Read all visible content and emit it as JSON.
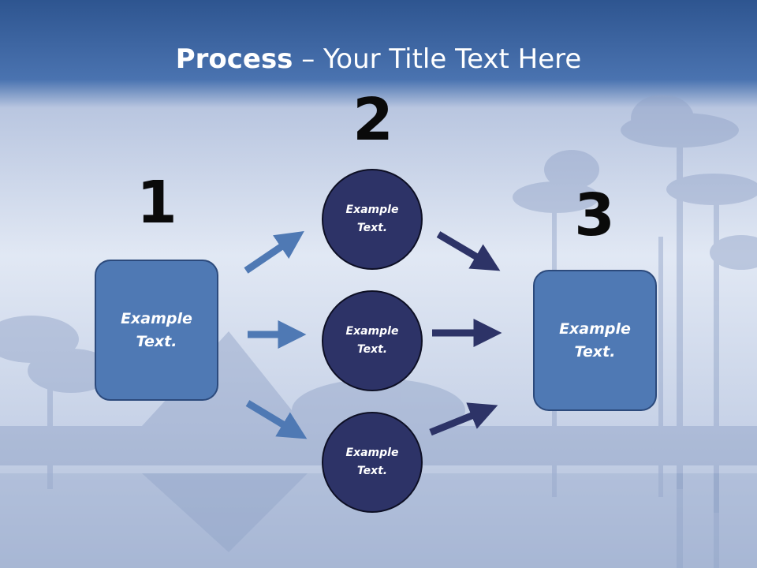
{
  "slide": {
    "title_bold": "Process",
    "title_rest": " – Your Title Text Here",
    "numbers": {
      "n1": "1",
      "n2": "2",
      "n3": "3"
    },
    "left_box": {
      "text": "Example\nText."
    },
    "right_box": {
      "text": "Example\nText."
    },
    "circles": [
      {
        "text": "Example\nText."
      },
      {
        "text": "Example\nText."
      },
      {
        "text": "Example\nText."
      }
    ]
  },
  "colors": {
    "header_blue": "#3d6aa7",
    "box_fill": "#4f79b4",
    "circle_fill": "#2d3367",
    "arrow_light": "#4f79b4",
    "arrow_dark": "#2d3367"
  }
}
